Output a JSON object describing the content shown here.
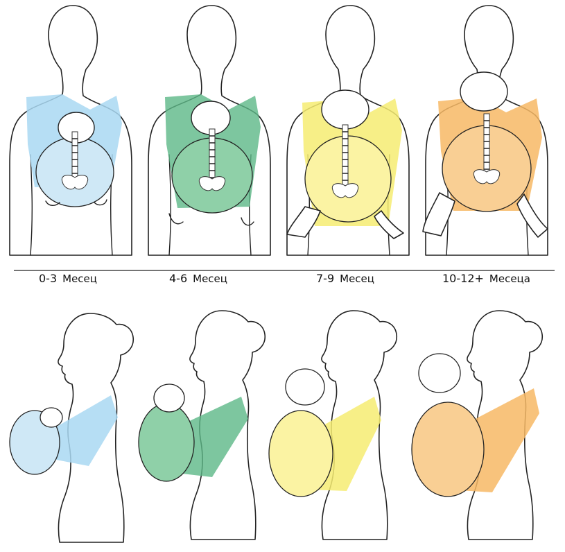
{
  "colors": {
    "stage1": "#a9d8f2",
    "stage2": "#5cb887",
    "stage3": "#f6ec72",
    "stage4": "#f7b865",
    "outline": "#222222"
  },
  "stages": [
    {
      "number": "0-3",
      "unit": "Месец",
      "color_key": "stage1"
    },
    {
      "number": "4-6",
      "unit": "Месец",
      "color_key": "stage2"
    },
    {
      "number": "7-9",
      "unit": "Месец",
      "color_key": "stage3"
    },
    {
      "number": "10-12+",
      "unit": "Месеца",
      "color_key": "stage4"
    }
  ]
}
